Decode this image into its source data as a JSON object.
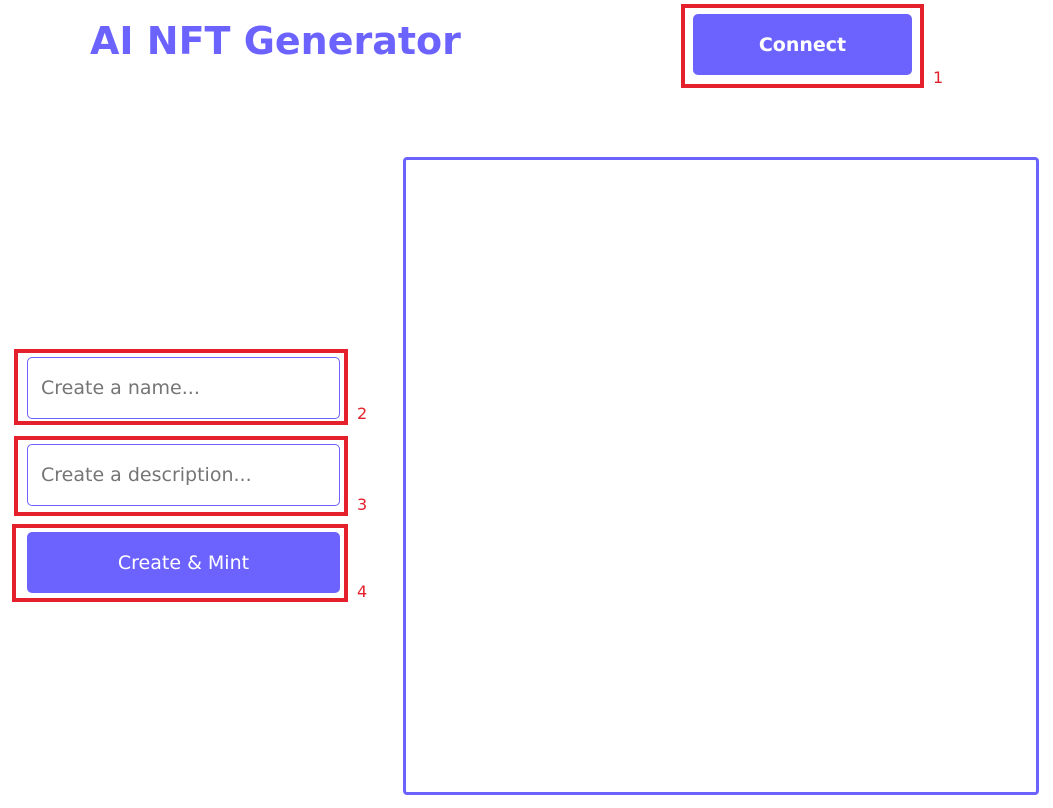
{
  "header": {
    "title": "AI NFT Generator",
    "connect_label": "Connect"
  },
  "form": {
    "name_placeholder": "Create a name...",
    "description_placeholder": "Create a description...",
    "submit_label": "Create & Mint"
  },
  "annotations": [
    "1",
    "2",
    "3",
    "4"
  ],
  "colors": {
    "accent": "#6c63ff",
    "annotation": "#e3202b",
    "background": "#ffffff"
  }
}
